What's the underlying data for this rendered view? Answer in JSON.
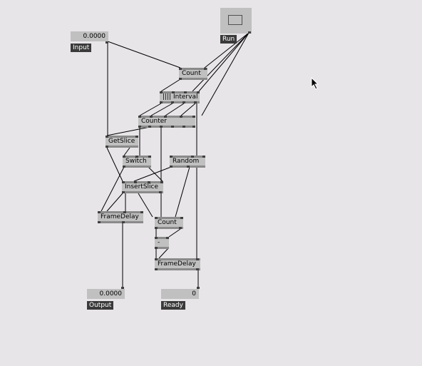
{
  "nodes": {
    "count_top": "Count",
    "interval": "|||| Interval",
    "counter": "Counter",
    "getslice": "GetSlice",
    "switch": "Switch",
    "random": "Random",
    "insertslice": "InsertSlice",
    "framedelay_left": "FrameDelay",
    "count_bottom": "Count",
    "minus": "-",
    "framedelay_right": "FrameDelay"
  },
  "io": {
    "input_value": "0.0000",
    "input_label": "Input",
    "run_label": "Run",
    "output_value": "0.0000",
    "output_label": "Output",
    "ready_value": "0",
    "ready_label": "Ready"
  },
  "icons": {
    "cursor": "mouse-pointer-icon",
    "bang": "bang-toggle-icon"
  },
  "colors": {
    "background": "#e8e5e8",
    "node": "#c0c0c0",
    "node_border": "#8a8a8a",
    "label_bg": "#3a3a3a"
  }
}
